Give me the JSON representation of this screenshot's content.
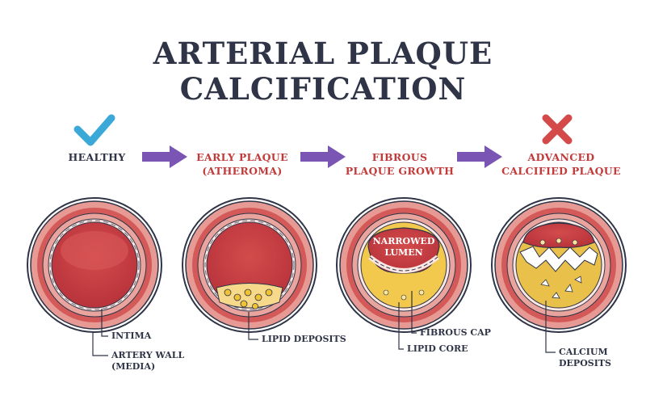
{
  "title": {
    "line1": "ARTERIAL PLAQUE",
    "line2": "CALCIFICATION"
  },
  "colors": {
    "dark": "#2f3447",
    "stage_red": "#c23b3b",
    "arrow": "#7b55b3",
    "check": "#3aa9d8",
    "cross": "#d44a4a"
  },
  "stages": [
    {
      "lines": [
        "HEALTHY"
      ],
      "status_icon": "check-icon"
    },
    {
      "lines": [
        "EARLY PLAQUE",
        "(ATHEROMA)"
      ]
    },
    {
      "lines": [
        "FIBROUS",
        "PLAQUE GROWTH"
      ]
    },
    {
      "lines": [
        "ADVANCED",
        "CALCIFIED PLAQUE"
      ],
      "status_icon": "cross-icon"
    }
  ],
  "labels": {
    "intima": "INTIMA",
    "artery_wall": [
      "ARTERY WALL",
      "(MEDIA)"
    ],
    "lipid_deposits": "LIPID DEPOSITS",
    "narrowed_lumen": [
      "NARROWED",
      "LUMEN"
    ],
    "fibrous_cap": "FIBROUS CAP",
    "lipid_core": "LIPID CORE",
    "calcium_deposits": [
      "CALCIUM",
      "DEPOSITS"
    ]
  }
}
